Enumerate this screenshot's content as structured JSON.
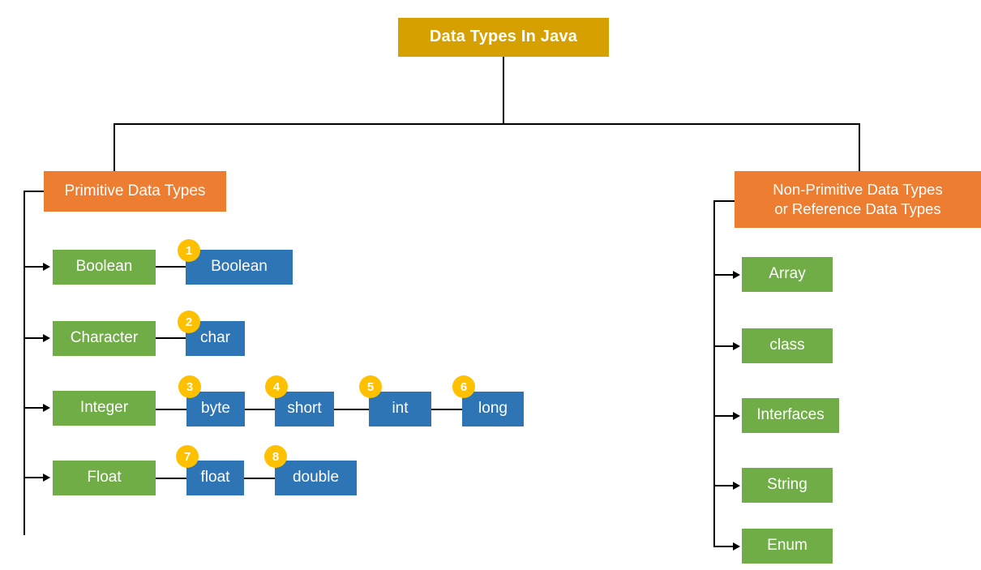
{
  "diagram": {
    "title": "Data Types In Java",
    "colors": {
      "root": "#D6A000",
      "branch": "#ED7D31",
      "group": "#70AD47",
      "leaf": "#2E75B6",
      "badge": "#FFC000",
      "connector": "#000000",
      "background": "#FFFFFF",
      "text": "#FFFFFF"
    },
    "root": {
      "label": "Data Types In Java"
    },
    "branches": {
      "primitive": {
        "label": "Primitive Data Types"
      },
      "non_primitive": {
        "line1": "Non-Primitive Data Types",
        "line2": "or Reference Data Types"
      }
    },
    "primitive_groups": [
      {
        "label": "Boolean",
        "leaves": [
          {
            "badge": "1",
            "label": "Boolean"
          }
        ]
      },
      {
        "label": "Character",
        "leaves": [
          {
            "badge": "2",
            "label": "char"
          }
        ]
      },
      {
        "label": "Integer",
        "leaves": [
          {
            "badge": "3",
            "label": "byte"
          },
          {
            "badge": "4",
            "label": "short"
          },
          {
            "badge": "5",
            "label": "int"
          },
          {
            "badge": "6",
            "label": "long"
          }
        ]
      },
      {
        "label": "Float",
        "leaves": [
          {
            "badge": "7",
            "label": "float"
          },
          {
            "badge": "8",
            "label": "double"
          }
        ]
      }
    ],
    "non_primitive_items": [
      {
        "label": "Array"
      },
      {
        "label": "class"
      },
      {
        "label": "Interfaces"
      },
      {
        "label": "String"
      },
      {
        "label": "Enum"
      }
    ]
  }
}
